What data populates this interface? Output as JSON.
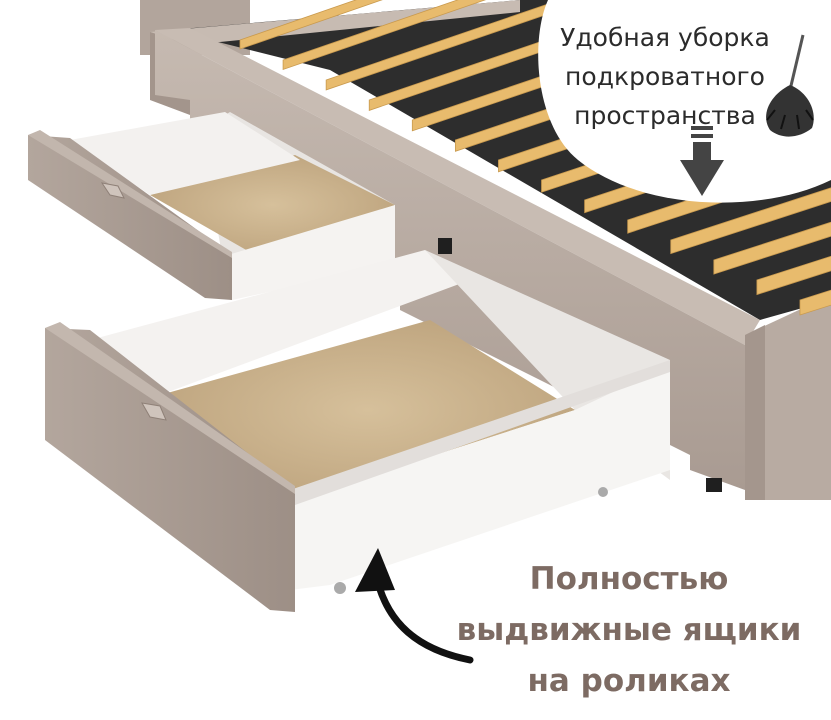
{
  "captions": {
    "top_lines": [
      "Удобная уборка",
      "подкроватного",
      "пространства"
    ],
    "bottom_lines": [
      "Полностью",
      "выдвижные ящики",
      "на роликах"
    ]
  },
  "icons": {
    "duster": "feather-duster-icon",
    "arrow_down": "arrow-down-icon",
    "arrow_curved": "curved-arrow-icon"
  },
  "colors": {
    "upholstery": "#b9aca3",
    "upholstery_dark": "#9e9087",
    "slats": "#e8bb6d",
    "base_dark": "#2c2c2c",
    "drawer_inside": "#f2f0ee",
    "drawer_bottom": "#c9b08c",
    "caption_brown": "#7d6b63"
  }
}
